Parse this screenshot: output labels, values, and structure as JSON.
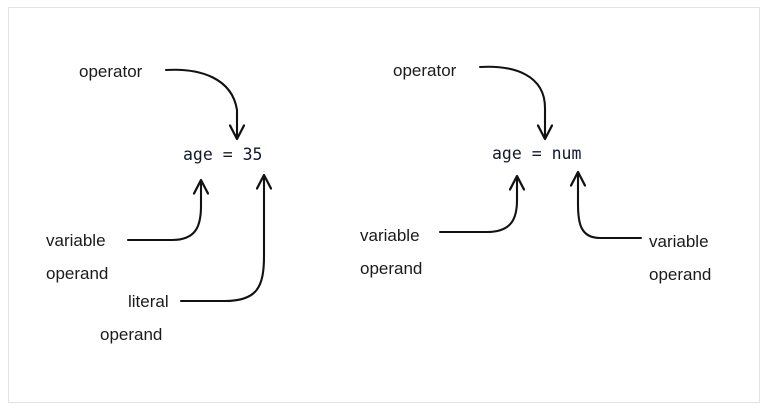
{
  "figure": {
    "background_color": "#ffffff",
    "frame_border_color": "#e3e3e3",
    "stroke_color": "#121212",
    "label_color": "#1b1b1b",
    "code_color": "#13182b"
  },
  "diagrams": [
    {
      "id": "left",
      "code_statement": "age = 35",
      "annotations": [
        {
          "name": "operator",
          "lines": [
            "operator"
          ]
        },
        {
          "name": "variable-operand",
          "lines": [
            "variable",
            "operand"
          ]
        },
        {
          "name": "literal-operand",
          "lines": [
            "literal",
            "operand"
          ]
        }
      ]
    },
    {
      "id": "right",
      "code_statement": "age = num",
      "annotations": [
        {
          "name": "operator",
          "lines": [
            "operator"
          ]
        },
        {
          "name": "variable-operand-left",
          "lines": [
            "variable",
            "operand"
          ]
        },
        {
          "name": "variable-operand-right",
          "lines": [
            "variable",
            "operand"
          ]
        }
      ]
    }
  ],
  "labels": {
    "left_operator": "operator",
    "left_variable": "variable",
    "left_variable_operand": "operand",
    "left_literal": "literal",
    "left_literal_operand": "operand",
    "left_code": "age = 35",
    "right_operator": "operator",
    "right_variable_left": "variable",
    "right_variable_left_operand": "operand",
    "right_code": "age = num",
    "right_variable_right": "variable",
    "right_variable_right_operand": "operand"
  }
}
